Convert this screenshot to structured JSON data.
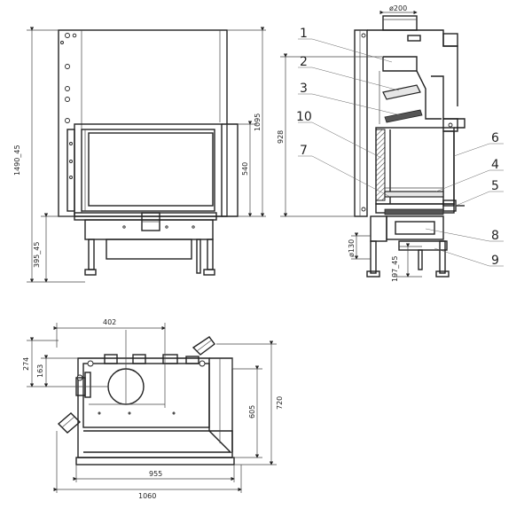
{
  "front_view": {
    "dims": {
      "overall_height": "1490_45",
      "cassette_height": "1095",
      "glass_height": "540",
      "leg_height": "395_45"
    }
  },
  "side_view": {
    "dims": {
      "flue_diameter": "ø200",
      "height_928": "928",
      "air_inlet_diameter": "ø130",
      "air_inlet_height": "197_45"
    },
    "callouts": [
      "1",
      "2",
      "3",
      "10",
      "7",
      "6",
      "4",
      "5",
      "8",
      "9"
    ]
  },
  "top_view": {
    "dims": {
      "flue_offset": "402",
      "depth_274": "274",
      "depth_163": "163",
      "depth_605": "605",
      "depth_720": "720",
      "width_955": "955",
      "width_1060": "1060"
    }
  }
}
